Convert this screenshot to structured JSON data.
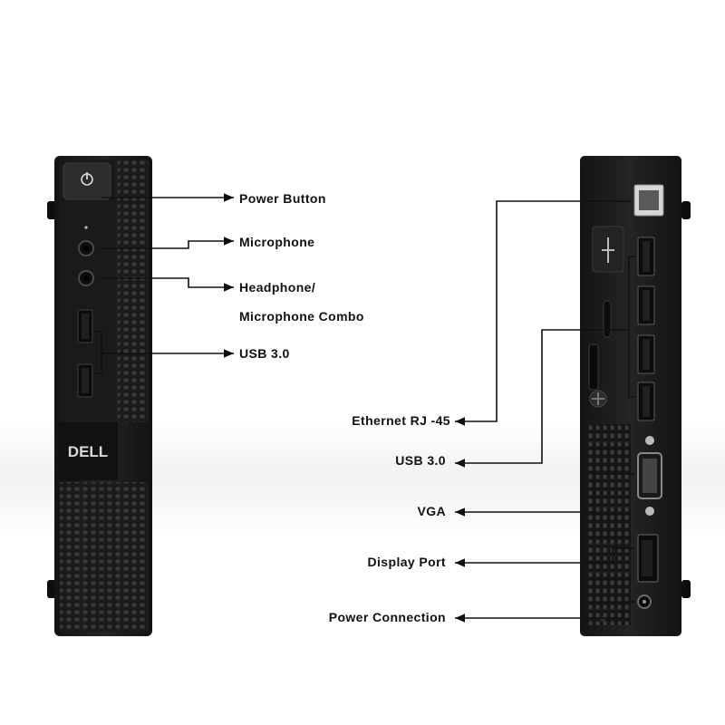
{
  "brand_logo_text": "DELL",
  "front_labels": {
    "power_button": "Power Button",
    "microphone": "Microphone",
    "headphone_line1": "Headphone/",
    "headphone_line2": "Microphone Combo",
    "usb": "USB  3.0"
  },
  "rear_labels": {
    "ethernet": "Ethernet  RJ -45",
    "usb": "USB 3.0",
    "vga": "VGA",
    "display_port": "Display Port",
    "power_connection": "Power Connection"
  },
  "colors": {
    "case": "#1d1d1f",
    "case_dark": "#0f0f10",
    "leader_line": "#111111",
    "label_text": "#111111"
  }
}
